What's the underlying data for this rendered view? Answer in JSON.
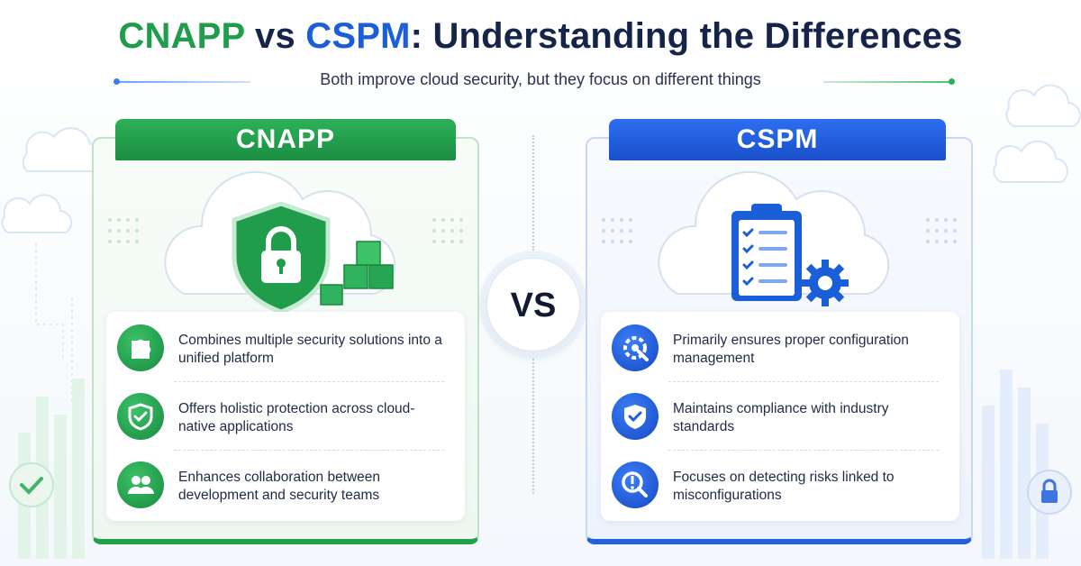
{
  "header": {
    "title_part1": "CNAPP",
    "title_part2": " vs ",
    "title_part3": "CSPM",
    "title_part4": ": Understanding the Differences",
    "subtitle": "Both improve cloud security, but they focus on different things"
  },
  "colors": {
    "green": "#23a04c",
    "blue": "#2460d8",
    "navy": "#16244a"
  },
  "cnapp": {
    "tab_label": "CNAPP",
    "illustration": [
      "cloud-icon",
      "shield-lock-icon",
      "cubes-icon"
    ],
    "items": [
      {
        "icon": "puzzle-icon",
        "text": "Combines multiple security solutions into a unified platform"
      },
      {
        "icon": "shield-check-icon",
        "text": "Offers holistic protection across cloud-native applications"
      },
      {
        "icon": "team-icon",
        "text": "Enhances collaboration between development and security teams"
      }
    ]
  },
  "vs_label": "VS",
  "cspm": {
    "tab_label": "CSPM",
    "illustration": [
      "cloud-icon",
      "clipboard-checklist-icon",
      "gear-icon"
    ],
    "items": [
      {
        "icon": "wrench-gear-icon",
        "text": "Primarily ensures proper configuration management"
      },
      {
        "icon": "shield-check-icon",
        "text": "Maintains compliance with industry standards"
      },
      {
        "icon": "magnifier-alert-icon",
        "text": "Focuses on detecting risks linked to misconfigurations"
      }
    ]
  }
}
